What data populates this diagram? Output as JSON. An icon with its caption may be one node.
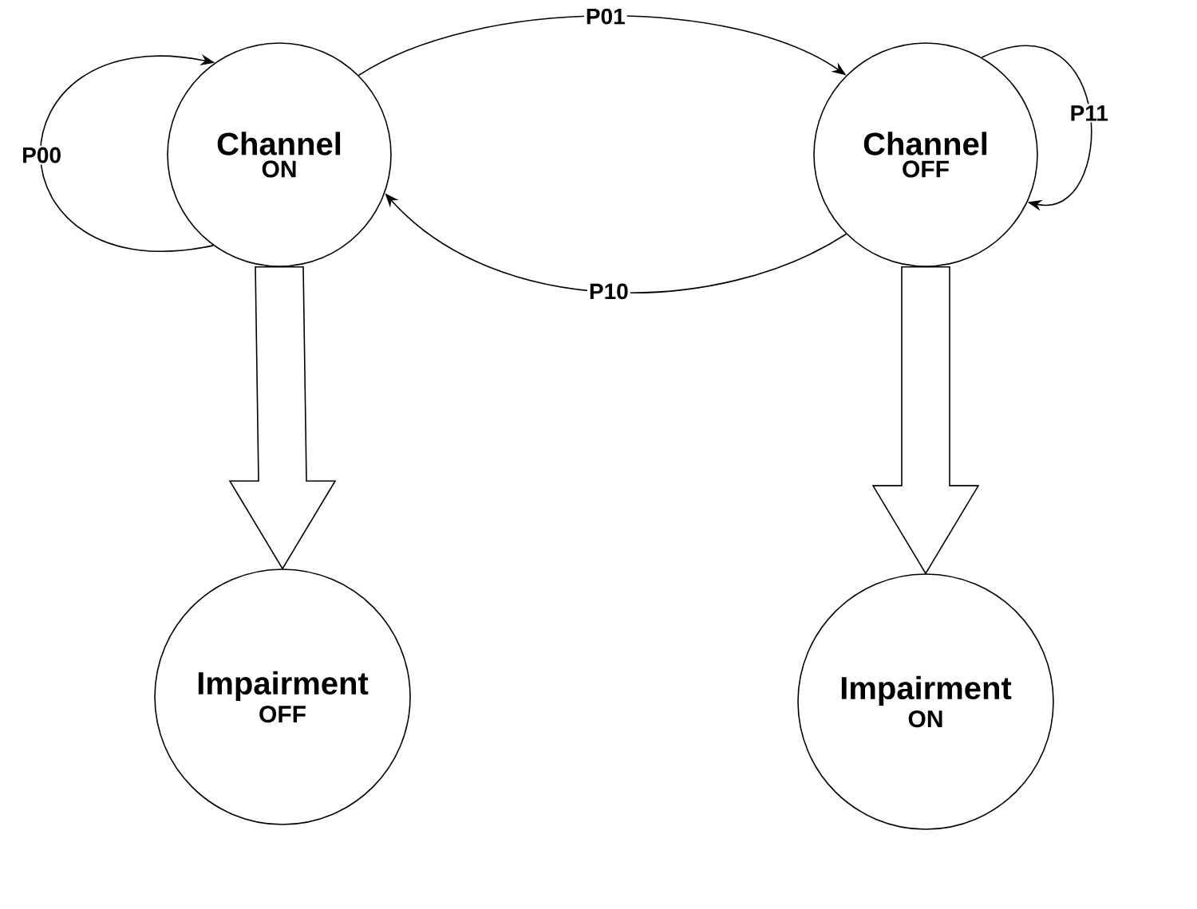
{
  "diagram": {
    "nodes": [
      {
        "text": [
          "Channel",
          "ON"
        ]
      },
      {
        "text": [
          "Channel",
          "OFF"
        ]
      },
      {
        "text": [
          "Impairment",
          "OFF"
        ]
      },
      {
        "text": [
          "Impairment",
          "ON"
        ]
      }
    ],
    "edges": [
      {
        "from": 0,
        "to": 0,
        "arrow": "to",
        "label": "P00"
      },
      {
        "from": 0,
        "to": 1,
        "arrow": "to",
        "label": "P01"
      },
      {
        "from": 1,
        "to": 0,
        "arrow": "to",
        "label": "P10"
      },
      {
        "from": 1,
        "to": 1,
        "arrow": "to",
        "label": "P11"
      },
      {
        "from": 0,
        "to": 2,
        "arrow": "to",
        "style": "thick"
      },
      {
        "from": 1,
        "to": 3,
        "arrow": "to",
        "style": "thick"
      }
    ]
  }
}
